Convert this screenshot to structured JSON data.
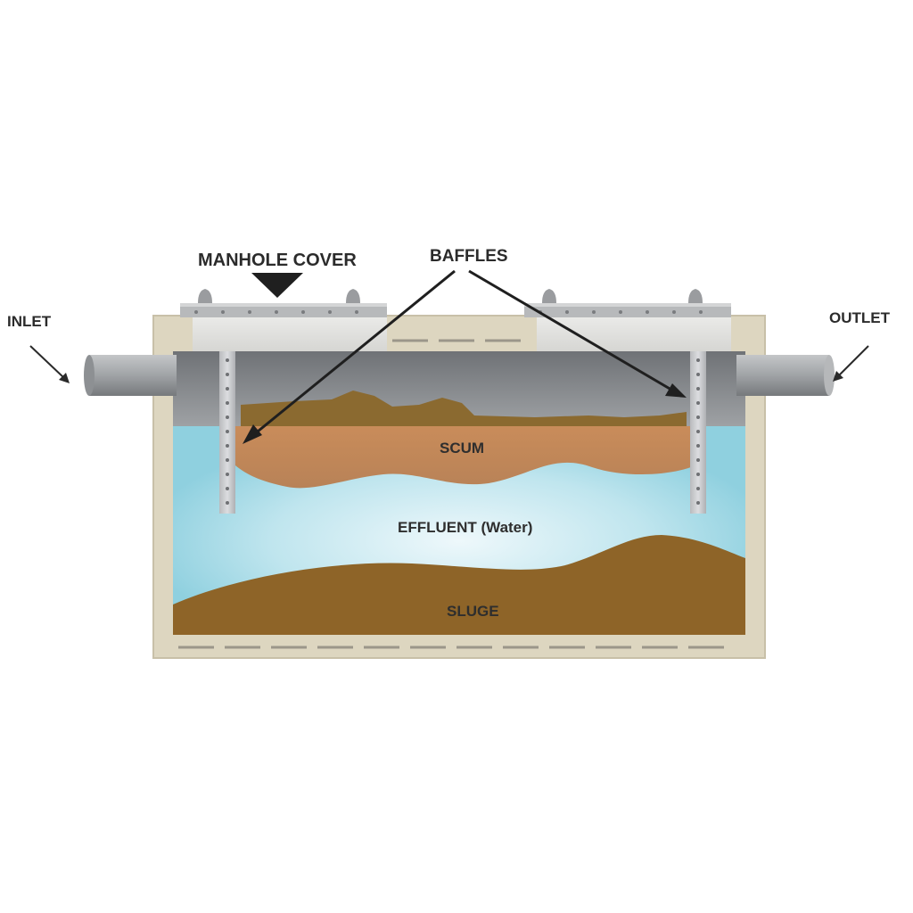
{
  "labels": {
    "inlet": "INLET",
    "outlet": "OUTLET",
    "manhole_cover": "MANHOLE COVER",
    "baffles": "BAFFLES",
    "scum": "SCUM",
    "effluent": "EFFLUENT (Water)",
    "sludge": "SLUGE"
  },
  "colors": {
    "background": "#ffffff",
    "tank_wall": "#ddd6c0",
    "air_space": "#8f9295",
    "water": "#a9dbe6",
    "scum": "#c48a5c",
    "sludge": "#8e6428",
    "pipe": "#9ea1a4",
    "baffle": "#cfd0d2",
    "label_text": "#2b2b2b",
    "layer_text": "#2e2e2e"
  }
}
